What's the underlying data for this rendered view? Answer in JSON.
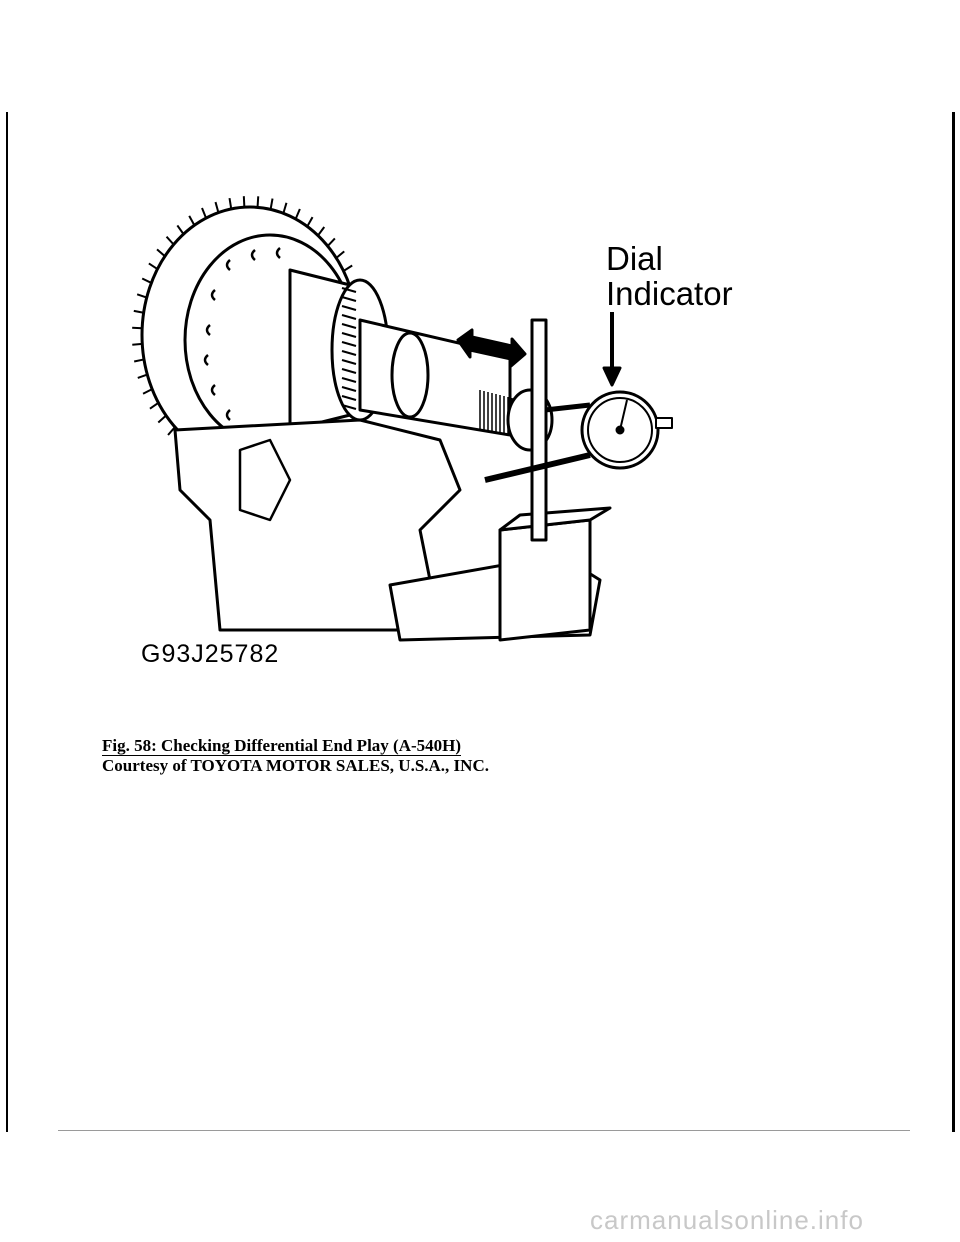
{
  "figure": {
    "code": "G93J25782",
    "callout": [
      "Dial",
      "Indicator"
    ]
  },
  "caption": {
    "title": "Fig. 58: Checking Differential End Play (A-540H)",
    "credit": "Courtesy of TOYOTA MOTOR SALES, U.S.A., INC."
  },
  "watermark": "carmanualsonline.info"
}
